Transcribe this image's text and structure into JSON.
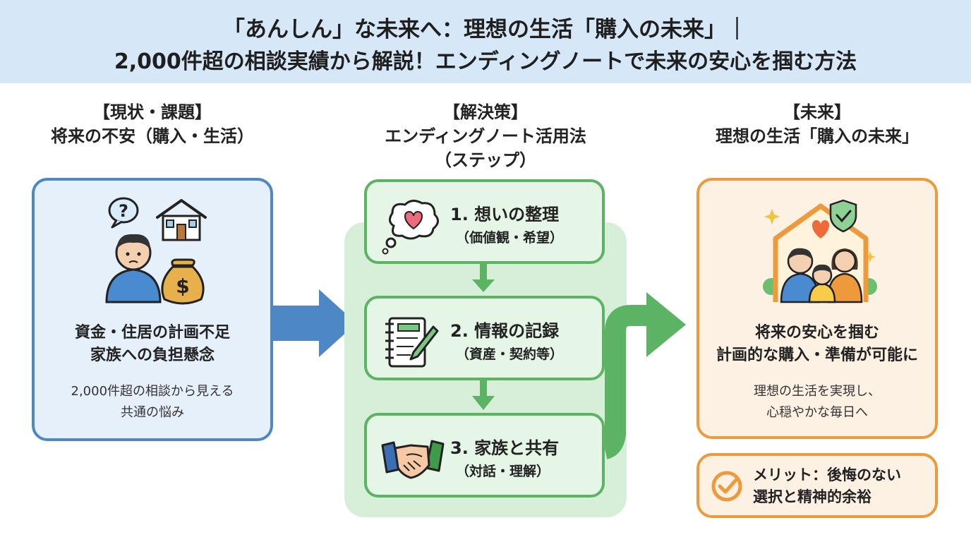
{
  "header": {
    "line1": "「あんしん」な未来へ：理想の生活「購入の未来」｜",
    "line2": "2,000件超の相談実績から解説！エンディングノートで未来の安心を掴む方法"
  },
  "left": {
    "title_line1": "【現状・課題】",
    "title_line2": "将来の不安（購入・生活）",
    "bold_line1": "資金・住居の計画不足",
    "bold_line2": "家族への負担懸念",
    "note_line1": "2,000件超の相談から見える",
    "note_line2": "共通の悩み",
    "icon_question": "?",
    "icon_dollar": "$"
  },
  "middle": {
    "title_line1": "【解決策】",
    "title_line2": "エンディングノート活用法",
    "title_line3": "（ステップ）",
    "steps": [
      {
        "title": "1. 想いの整理",
        "sub": "（価値観・希望）"
      },
      {
        "title": "2. 情報の記録",
        "sub": "（資産・契約等）"
      },
      {
        "title": "3. 家族と共有",
        "sub": "（対話・理解）"
      }
    ]
  },
  "right": {
    "title_line1": "【未来】",
    "title_line2": "理想の生活「購入の未来」",
    "bold_line1": "将来の安心を掴む",
    "bold_line2": "計画的な購入・準備が可能に",
    "note_line1": "理想の生活を実現し、",
    "note_line2": "心穏やかな毎日へ",
    "merit_line1": "メリット：後悔のない",
    "merit_line2": "選択と精神的余裕"
  },
  "colors": {
    "header_bg": "#d6e8f7",
    "blue_accent": "#4d87c6",
    "green_accent": "#5cb364",
    "orange_accent": "#ee9a3c"
  }
}
